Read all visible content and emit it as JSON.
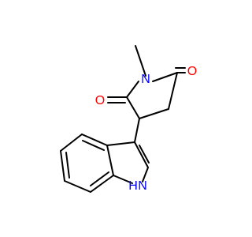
{
  "colors": {
    "bond": "#000000",
    "nitrogen": "#0000ff",
    "oxygen": "#ff0000",
    "background": "#ffffff"
  },
  "atoms": {
    "n_imide": "N",
    "o_left": "O",
    "o_right": "O",
    "n_indole_h": "H",
    "n_indole_n": "N"
  }
}
